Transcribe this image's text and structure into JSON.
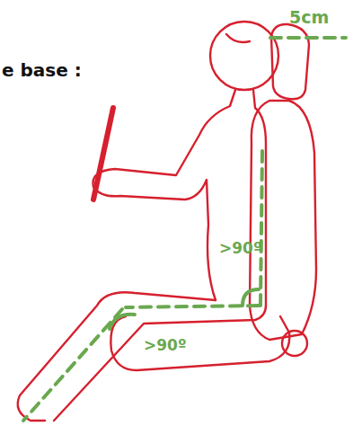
{
  "diagram": {
    "labels": [
      "e base :",
      "5cm",
      ">90º",
      ">90º"
    ]
  }
}
